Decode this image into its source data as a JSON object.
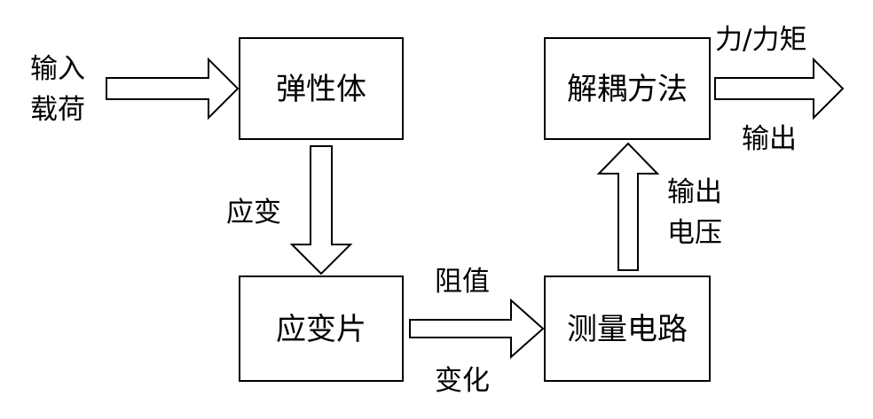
{
  "diagram": {
    "boxes": {
      "elastic_body": "弹性体",
      "strain_gauge": "应变片",
      "measurement_circuit": "测量电路",
      "decoupling_method": "解耦方法"
    },
    "labels": {
      "input_line1": "输入",
      "input_line2": "载荷",
      "strain": "应变",
      "resistance": "阻值",
      "change": "变化",
      "output_voltage_line1": "输出",
      "output_voltage_line2": "电压",
      "force_torque": "力/力矩",
      "output": "输出"
    }
  }
}
